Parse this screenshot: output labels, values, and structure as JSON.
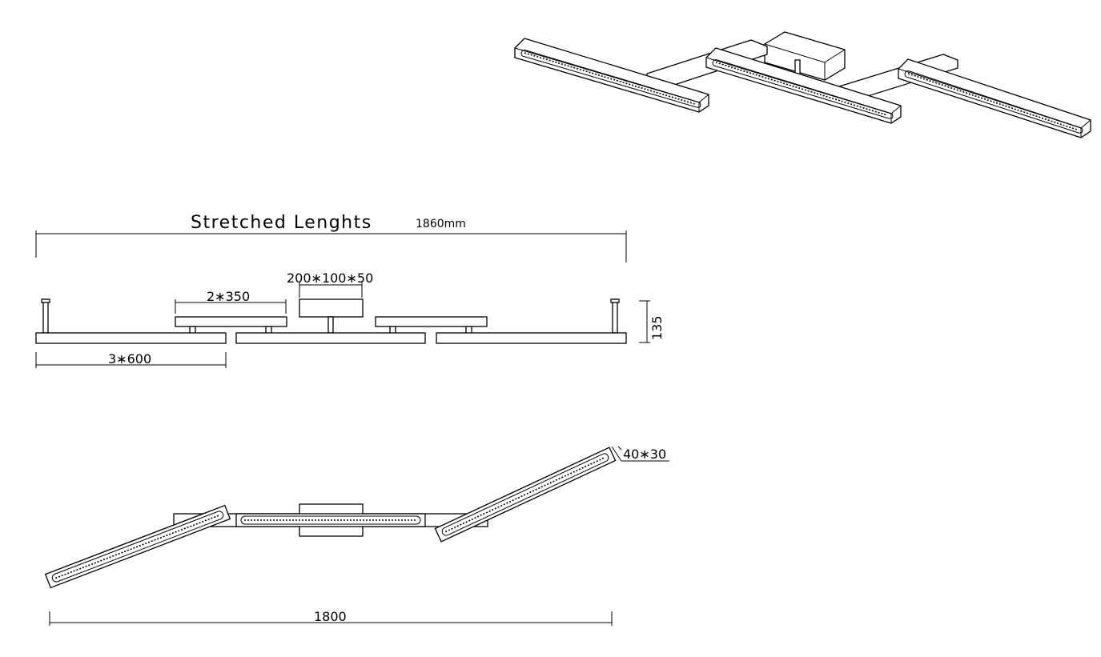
{
  "title": {
    "text": "Stretched Lenghts",
    "value": "1860mm"
  },
  "dimensions": {
    "canopy": "200∗100∗50",
    "arm": "2∗350",
    "bars": "3∗600",
    "height": "135",
    "profile": "40∗30",
    "total_width": "1800"
  }
}
